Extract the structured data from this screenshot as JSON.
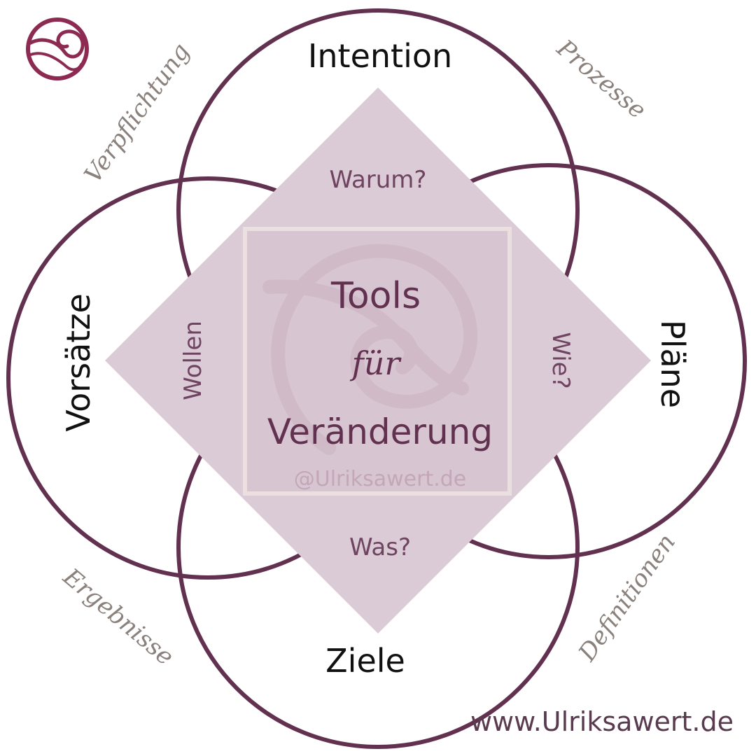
{
  "colors": {
    "circle_stroke": "#62314f",
    "diamond_fill": "#dbcbd6",
    "center_square_fill": "#d7c6d1",
    "center_square_border": "#ecdfe0",
    "inner_text": "#6e4461",
    "center_title": "#62314f",
    "outer_text": "#111111",
    "script_text": "#8a817c",
    "watermark_text": "#c4a6b9",
    "logo": "#8c2a52",
    "footer_text": "#5a3a4e"
  },
  "circles": {
    "top": "Intention",
    "right": "Pläne",
    "bottom": "Ziele",
    "left": "Vorsätze"
  },
  "diamond": {
    "top": "Warum?",
    "right": "Wie?",
    "bottom": "Was?",
    "left": "Wollen"
  },
  "center": {
    "line1": "Tools",
    "line2": "für",
    "line3": "Veränderung",
    "watermark": "@Ulriksawert.de"
  },
  "corners": {
    "top_left": "Verpflichtung",
    "top_right": "Prozesse",
    "bottom_left": "Ergebnisse",
    "bottom_right": "Definitionen"
  },
  "footer": {
    "url": "www.Ulriksawert.de"
  },
  "icons": {
    "logo": "swirl-logo-icon",
    "watermark": "swirl-watermark-icon"
  }
}
